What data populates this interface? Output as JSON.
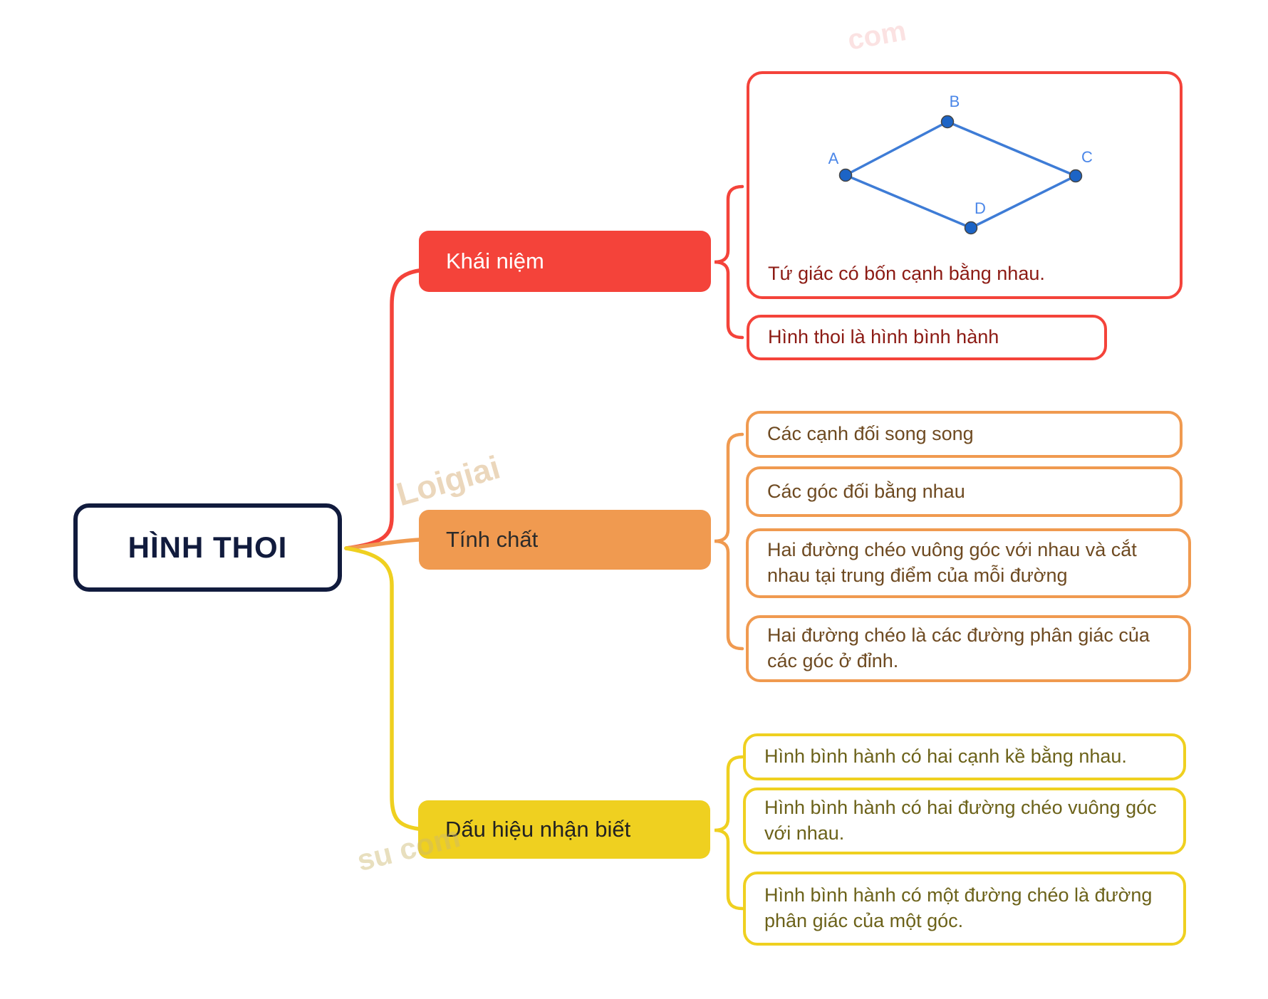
{
  "root": {
    "label": "HÌNH THOI"
  },
  "branches": [
    {
      "label": "Khái niệm",
      "color": "#f4433a",
      "text_color": "#8c1b14",
      "children": [
        {
          "text": "Tứ giác có bốn cạnh bằng nhau.",
          "has_figure": true
        },
        {
          "text": "Hình thoi là hình bình hành"
        }
      ]
    },
    {
      "label": "Tính chất",
      "color": "#f09a50",
      "text_color": "#6e4a21",
      "children": [
        {
          "text": "Các cạnh đối song song"
        },
        {
          "text": "Các góc đối bằng nhau"
        },
        {
          "text": "Hai đường chéo vuông góc với nhau và cắt nhau tại trung điểm của mỗi đường"
        },
        {
          "text": "Hai đường chéo là các đường phân giác của các góc ở đỉnh."
        }
      ]
    },
    {
      "label": "Dấu hiệu nhận biết",
      "color": "#efd020",
      "text_color": "#6c621a",
      "children": [
        {
          "text": "Hình bình hành có hai cạnh kề bằng nhau."
        },
        {
          "text": "Hình bình hành có hai đường chéo vuông góc với nhau."
        },
        {
          "text": "Hình bình hành có một đường chéo là đường phân giác của một góc."
        }
      ]
    }
  ],
  "figure": {
    "type": "rhombus",
    "vertices": [
      "A",
      "B",
      "C",
      "D"
    ],
    "line_color": "#3e7cd6",
    "point_color": "#1c64c6",
    "label_color": "#4a86e8"
  },
  "colors": {
    "root_border": "#111b3d",
    "red": "#f4433a",
    "orange": "#f09a50",
    "yellow": "#efd020",
    "background": "#ffffff"
  },
  "watermarks": [
    "Loigiai",
    "su com",
    "com"
  ]
}
